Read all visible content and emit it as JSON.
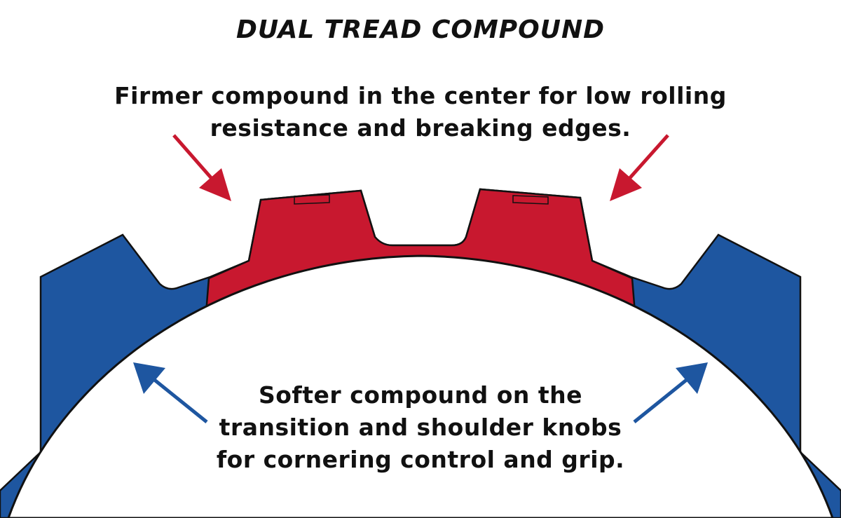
{
  "title": "DUAL TREAD COMPOUND",
  "firmer": {
    "lines": [
      "Firmer compound in the center for low rolling",
      "resistance and breaking edges."
    ]
  },
  "softer": {
    "lines": [
      "Softer compound on the",
      "transition and shoulder knobs",
      "for cornering control and grip."
    ]
  },
  "colors": {
    "firm": "#c8182f",
    "soft": "#1e56a0",
    "outline": "#111111"
  }
}
